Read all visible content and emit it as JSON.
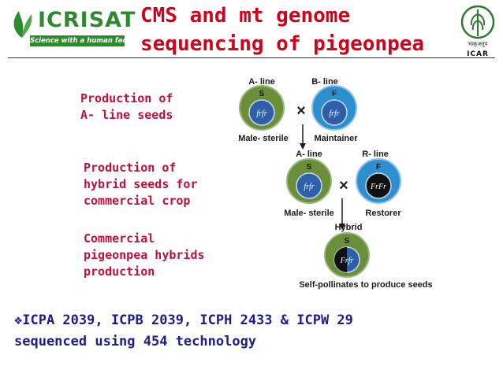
{
  "header": {
    "logo_left": {
      "word": "ICRISAT",
      "tagline": "Science with a human face"
    },
    "title_line1": "CMS and mt genome",
    "title_line2": "sequencing of pigeonpea",
    "logo_right": {
      "label": "ICAR"
    }
  },
  "steps": [
    {
      "lines": [
        "Production of",
        "A- line seeds"
      ]
    },
    {
      "lines": [
        "Production of",
        "hybrid seeds for",
        "commercial crop"
      ]
    },
    {
      "lines": [
        "Commercial",
        "pigeonpea hybrids",
        "production"
      ]
    }
  ],
  "diagram": {
    "row1": {
      "left": {
        "heading": "A- line",
        "cyto": "S",
        "genotype": "frfr",
        "caption": "Male- sterile"
      },
      "right": {
        "heading": "B- line",
        "cyto": "F",
        "genotype": "frfr",
        "caption": "Maintainer"
      },
      "cross": "×"
    },
    "row2": {
      "left": {
        "heading": "A- line",
        "cyto": "S",
        "genotype": "frfr",
        "caption": "Male- sterile"
      },
      "right": {
        "heading": "R- line",
        "cyto": "F",
        "genotype": "FrFr",
        "caption": "Restorer"
      },
      "cross": "×"
    },
    "row3": {
      "heading": "Hybrid",
      "cyto": "S",
      "genotype": "Frfr",
      "caption": "Self-pollinates to produce seeds"
    },
    "colors": {
      "sterile_ring": "#6b8e3a",
      "fertile_ring": "#2e8fcf",
      "nucleus": "#2e5fa8",
      "restorer_nucleus": "#111111"
    }
  },
  "bottom": {
    "bullet": "❖",
    "line1": "ICPA 2039, ICPB 2039, ICPH 2433 & ICPW 29",
    "line2": "sequenced using 454 technology"
  }
}
